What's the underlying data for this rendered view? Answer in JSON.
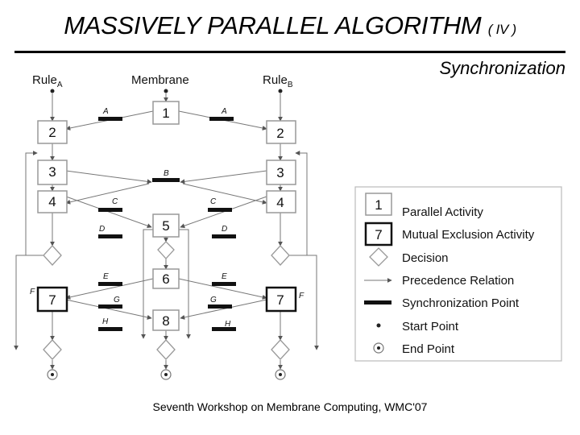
{
  "slide": {
    "title_main": "MASSIVELY PARALLEL ALGORITHM",
    "title_suffix": "( IV )",
    "section": "Synchronization",
    "footer": "Seventh Workshop on Membrane Computing, WMC'07"
  },
  "columns": {
    "rule_a": {
      "text": "Rule",
      "sub": "A"
    },
    "membrane": {
      "text": "Membrane"
    },
    "rule_b": {
      "text": "Rule",
      "sub": "B"
    }
  },
  "activities": {
    "membrane_1": "1",
    "rule_a_2": "2",
    "rule_b_2": "2",
    "rule_a_3": "3",
    "rule_b_3": "3",
    "rule_a_4": "4",
    "rule_b_4": "4",
    "membrane_5": "5",
    "membrane_6": "6",
    "rule_a_7": "7",
    "rule_b_7": "7",
    "membrane_8": "8"
  },
  "sync_labels": {
    "a_left": "A",
    "a_right": "A",
    "b": "B",
    "c_left": "C",
    "c_right": "C",
    "d_left": "D",
    "d_right": "D",
    "e_left": "E",
    "e_right": "E",
    "f_left": "F",
    "f_right": "F",
    "g_left": "G",
    "g_right": "G",
    "h_left": "H",
    "h_right": "H"
  },
  "legend": {
    "parallel": {
      "symbol": "1",
      "label": "Parallel Activity"
    },
    "mutex": {
      "symbol": "7",
      "label": "Mutual Exclusion Activity"
    },
    "decision": {
      "label": "Decision"
    },
    "precedence": {
      "label": "Precedence Relation"
    },
    "sync": {
      "label": "Synchronization Point"
    },
    "start": {
      "label": "Start Point"
    },
    "end": {
      "label": "End Point"
    }
  }
}
